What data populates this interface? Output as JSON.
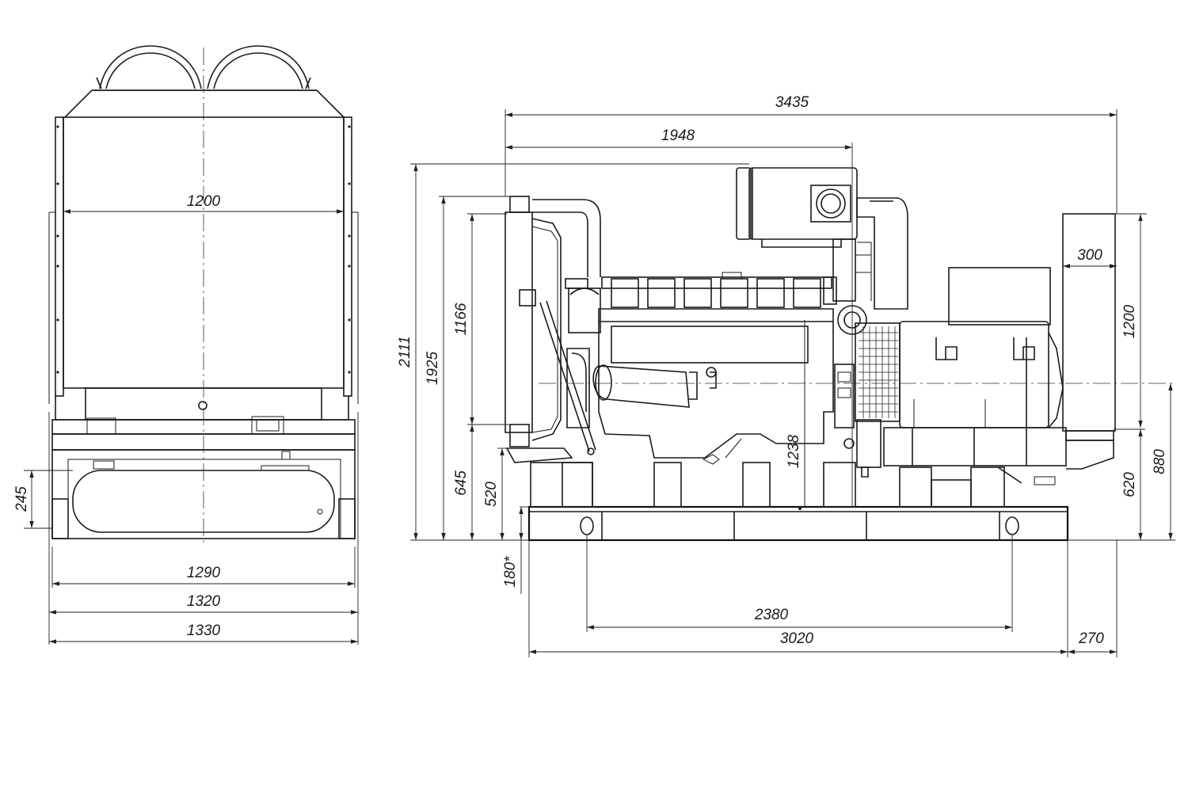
{
  "colors": {
    "line": "#1a1a1a",
    "background": "#ffffff"
  },
  "front_view": {
    "dim_width_top": "1200",
    "dim_1290": "1290",
    "dim_1320": "1320",
    "dim_1330": "1330",
    "dim_245": "245"
  },
  "side_view": {
    "dim_3435": "3435",
    "dim_1948": "1948",
    "dim_300": "300",
    "dim_1200": "1200",
    "dim_880": "880",
    "dim_620": "620",
    "dim_2111": "2111",
    "dim_1925": "1925",
    "dim_1166": "1166",
    "dim_645": "645",
    "dim_520": "520",
    "dim_1238": "1238",
    "dim_180": "180*",
    "dim_2380": "2380",
    "dim_3020": "3020",
    "dim_270": "270"
  }
}
